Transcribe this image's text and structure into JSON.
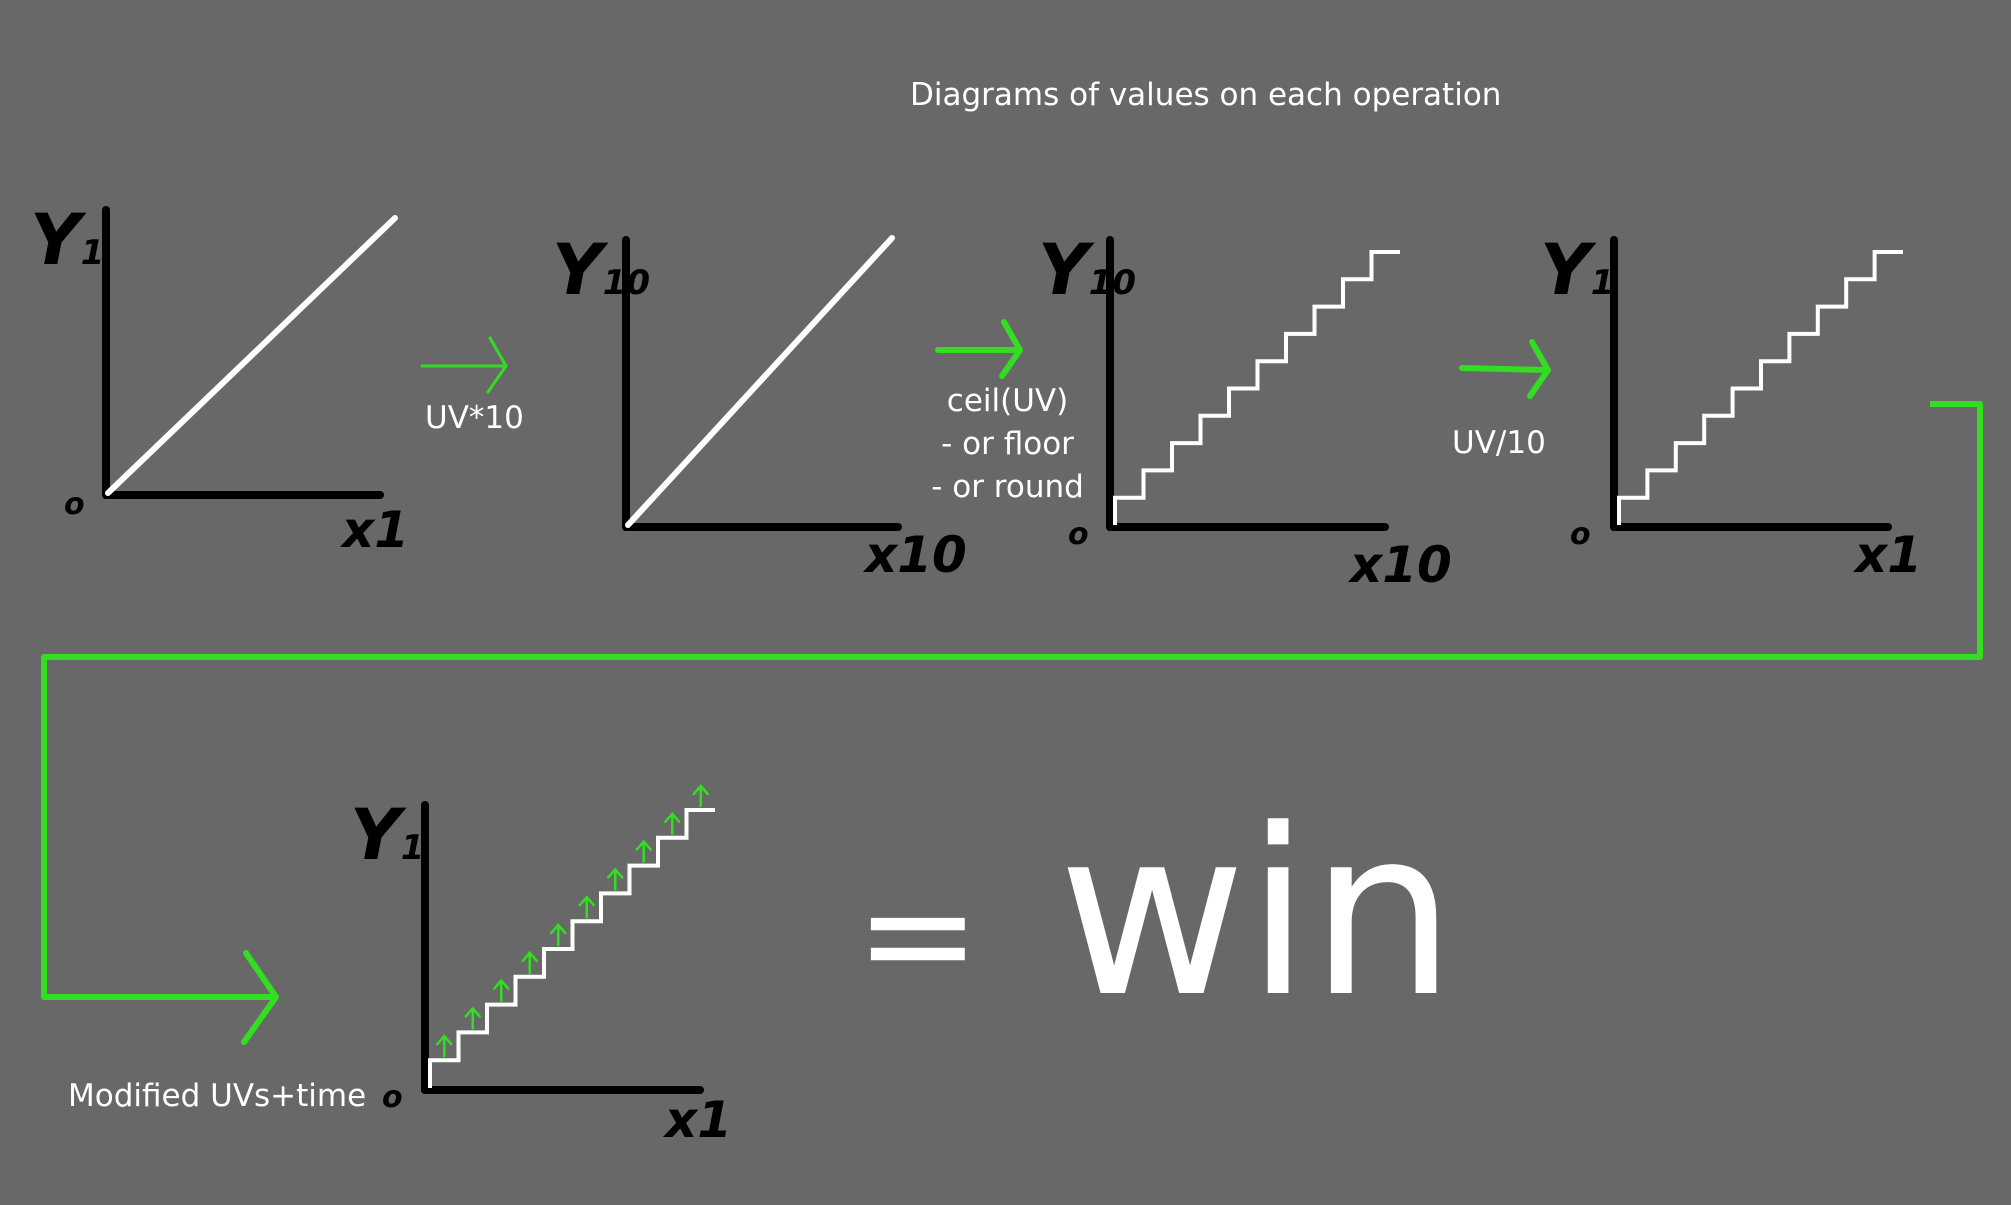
{
  "title": "Diagrams of values on each operation",
  "colors": {
    "background": "#686868",
    "axis": "#000000",
    "line": "#ffffff",
    "accent": "#33dd22"
  },
  "graphs": [
    {
      "y_label": "Y",
      "y_max": "1",
      "origin": "o",
      "x_label": "x",
      "x_max": "1",
      "curve": "linear"
    },
    {
      "y_label": "Y",
      "y_max": "10",
      "origin": "",
      "x_label": "x",
      "x_max": "10",
      "curve": "linear"
    },
    {
      "y_label": "Y",
      "y_max": "10",
      "origin": "o",
      "x_label": "x",
      "x_max": "10",
      "curve": "steps",
      "steps": 10
    },
    {
      "y_label": "Y",
      "y_max": "1",
      "origin": "o",
      "x_label": "x",
      "x_max": "1",
      "curve": "steps",
      "steps": 10
    },
    {
      "y_label": "Y",
      "y_max": "1",
      "origin": "o",
      "x_label": "x",
      "x_max": "1",
      "curve": "steps",
      "steps": 10,
      "up_arrows": true
    }
  ],
  "operations": {
    "multiply": "UV*10",
    "round_line1": "ceil(UV)",
    "round_line2": "- or floor",
    "round_line3": "- or round",
    "divide": "UV/10",
    "modified": "Modified UVs+time"
  },
  "result": {
    "equals": "=",
    "text": "win"
  },
  "icons": [
    "arrow-right-icon",
    "arrow-up-icon"
  ]
}
